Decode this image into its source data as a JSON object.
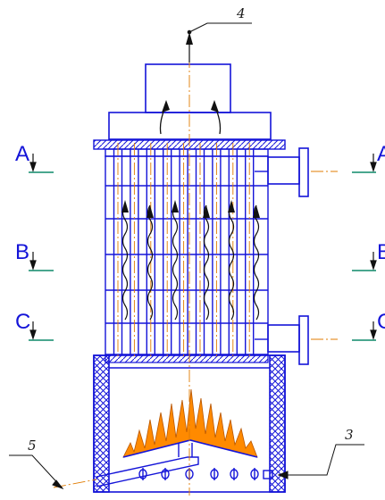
{
  "colors": {
    "outline": "#1414d8",
    "section_mark": "#0f8a6a",
    "centerline": "#e07b00",
    "leader": "#1a1a1a",
    "flame": "#ff8a00",
    "flame_dark": "#b85600"
  },
  "section_labels": {
    "left": [
      "A",
      "B",
      "C"
    ],
    "right": [
      "A",
      "B",
      "C"
    ]
  },
  "callouts": {
    "top": "4",
    "burner_right": "3",
    "burner_left": "5"
  }
}
